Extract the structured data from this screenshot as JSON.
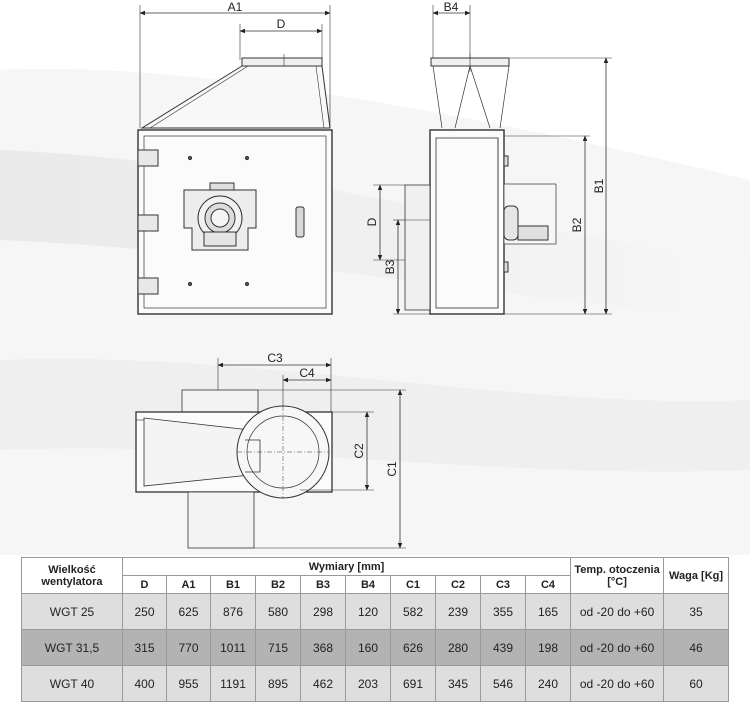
{
  "labels": {
    "front": {
      "a1": "A1",
      "d": "D"
    },
    "side": {
      "b4": "B4",
      "b1": "B1",
      "b2": "B2",
      "d": "D",
      "b3": "B3"
    },
    "top": {
      "c3": "C3",
      "c4": "C4",
      "c2": "C2",
      "c1": "C1"
    }
  },
  "table": {
    "col1_header": "Wielkość wentylatora",
    "group_header": "Wymiary [mm]",
    "temp_header": "Temp. otoczenia [°C]",
    "weight_header": "Waga [Kg]",
    "dim_headers": [
      "D",
      "A1",
      "B1",
      "B2",
      "B3",
      "B4",
      "C1",
      "C2",
      "C3",
      "C4"
    ],
    "rows": [
      {
        "name": "WGT 25",
        "values": [
          "250",
          "625",
          "876",
          "580",
          "298",
          "120",
          "582",
          "239",
          "355",
          "165"
        ],
        "temp": "od -20 do +60",
        "weight": "35"
      },
      {
        "name": "WGT 31,5",
        "values": [
          "315",
          "770",
          "1011",
          "715",
          "368",
          "160",
          "626",
          "280",
          "439",
          "198"
        ],
        "temp": "od -20 do +60",
        "weight": "46"
      },
      {
        "name": "WGT 40",
        "values": [
          "400",
          "955",
          "1191",
          "895",
          "462",
          "203",
          "691",
          "345",
          "546",
          "240"
        ],
        "temp": "od -20 do +60",
        "weight": "60"
      }
    ]
  }
}
